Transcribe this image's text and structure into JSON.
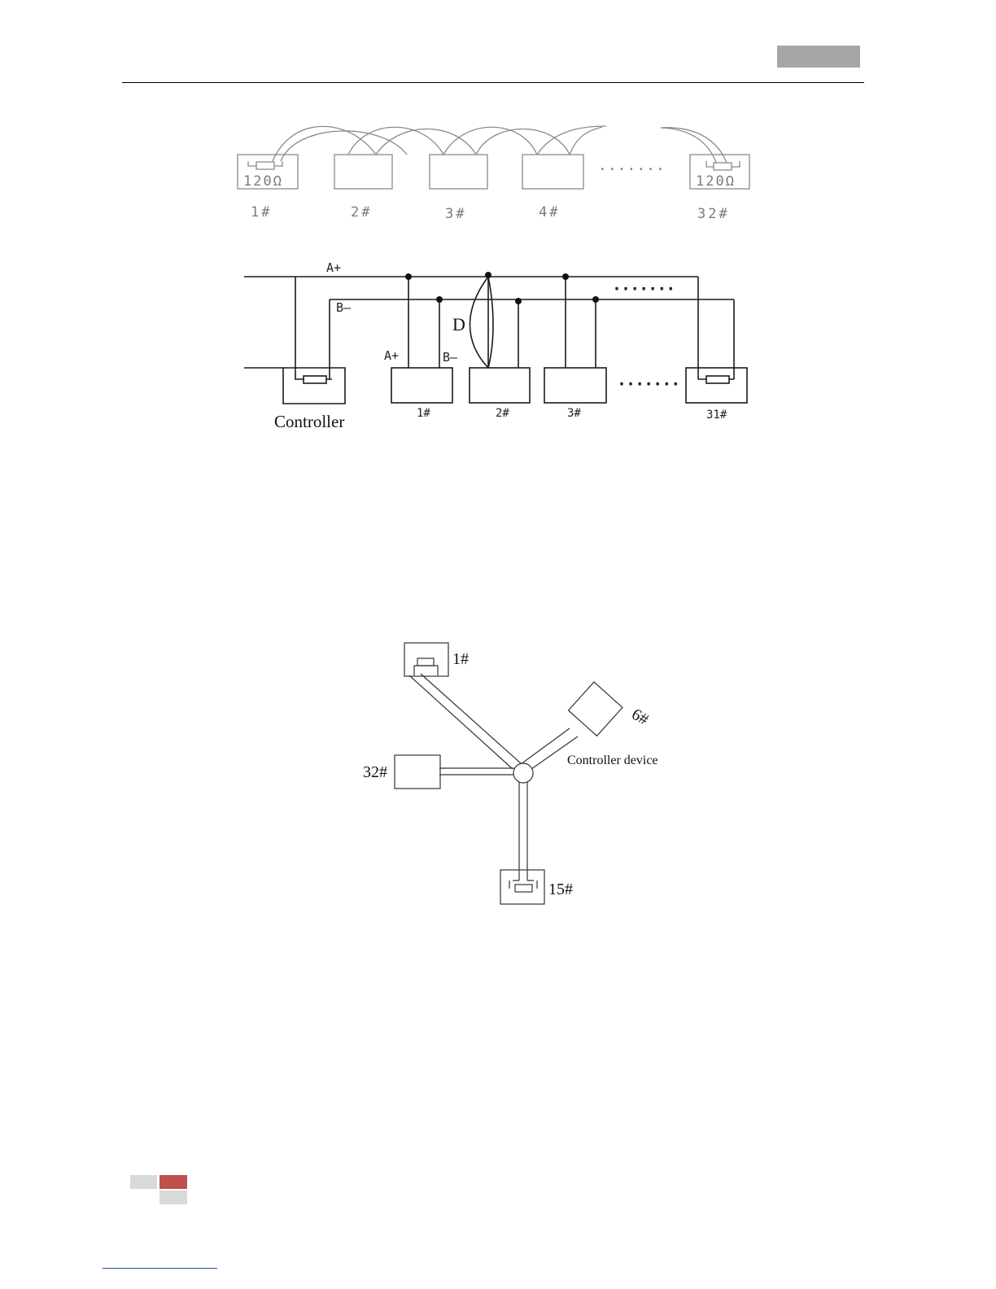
{
  "header": {
    "tab_color": "#a6a6a6"
  },
  "footer": {
    "accent_color": "#c0504d",
    "shade_color": "#d9d9d9"
  },
  "diagram_chain": {
    "nodes": [
      {
        "label": "1#",
        "resistor": "120Ω"
      },
      {
        "label": "2#"
      },
      {
        "label": "3#"
      },
      {
        "label": "4#"
      },
      {
        "label": "32#",
        "resistor": "120Ω"
      }
    ],
    "ellipsis": "·······"
  },
  "diagram_bus": {
    "line_a": "A+",
    "line_b": "B—",
    "drop_a": "A+",
    "drop_b": "B—",
    "distance": "D",
    "controller": "Controller",
    "nodes": [
      "1#",
      "2#",
      "3#",
      "31#"
    ],
    "ellipsis_top": "·······",
    "ellipsis_bottom": "·······"
  },
  "diagram_star": {
    "nodes": [
      "1#",
      "6#",
      "32#",
      "15#"
    ],
    "controller": "Controller device"
  }
}
